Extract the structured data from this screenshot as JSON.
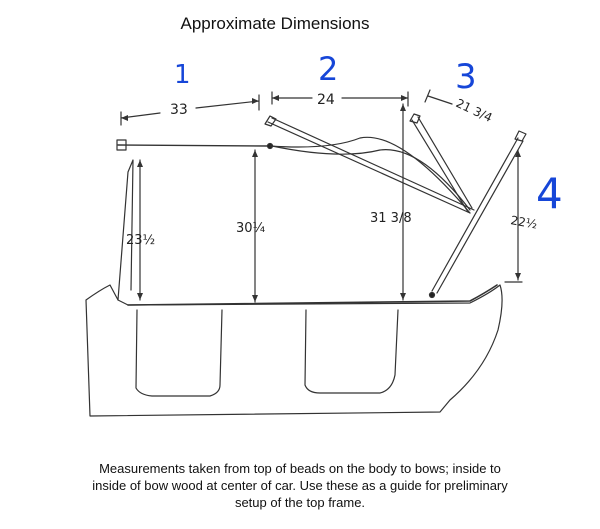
{
  "title": "Approximate Dimensions",
  "bow_numbers": [
    "1",
    "2",
    "3",
    "4"
  ],
  "dimensions": {
    "top_1": "33",
    "top_2": "24",
    "top_3": "21 3/4",
    "height_front": "23½",
    "height_1": "30¼",
    "height_2": "31 3/8",
    "height_4": "22½"
  },
  "caption": {
    "line1": "Measurements taken from top of beads on the body  to bows;  inside to",
    "line2": "inside of bow wood at center of car.   Use these as a guide for preliminary",
    "line3": "setup of the top frame."
  },
  "colors": {
    "ink": "#222222",
    "annotation_blue": "#1646d8"
  }
}
